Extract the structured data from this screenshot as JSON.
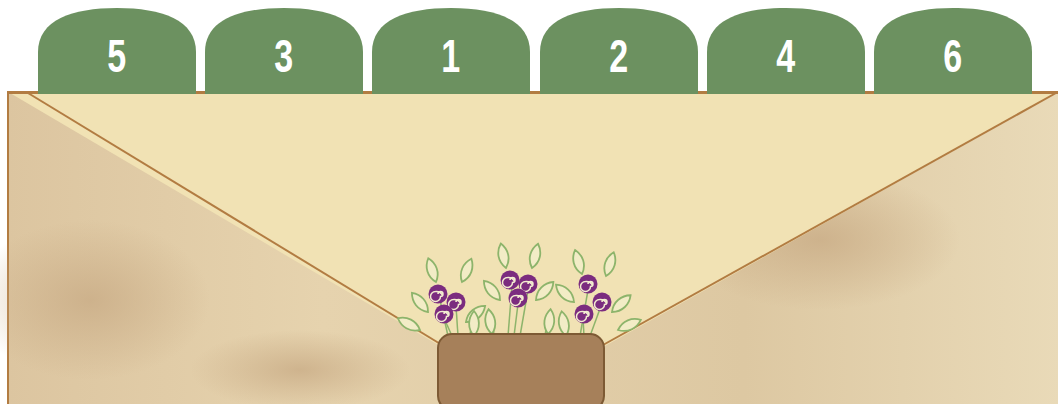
{
  "diagram": {
    "nodes": [
      {
        "text": [
          "5"
        ]
      },
      {
        "text": [
          "3"
        ]
      },
      {
        "text": [
          "1"
        ]
      },
      {
        "text": [
          "2"
        ]
      },
      {
        "text": [
          "4"
        ]
      },
      {
        "text": [
          "6"
        ]
      }
    ]
  }
}
